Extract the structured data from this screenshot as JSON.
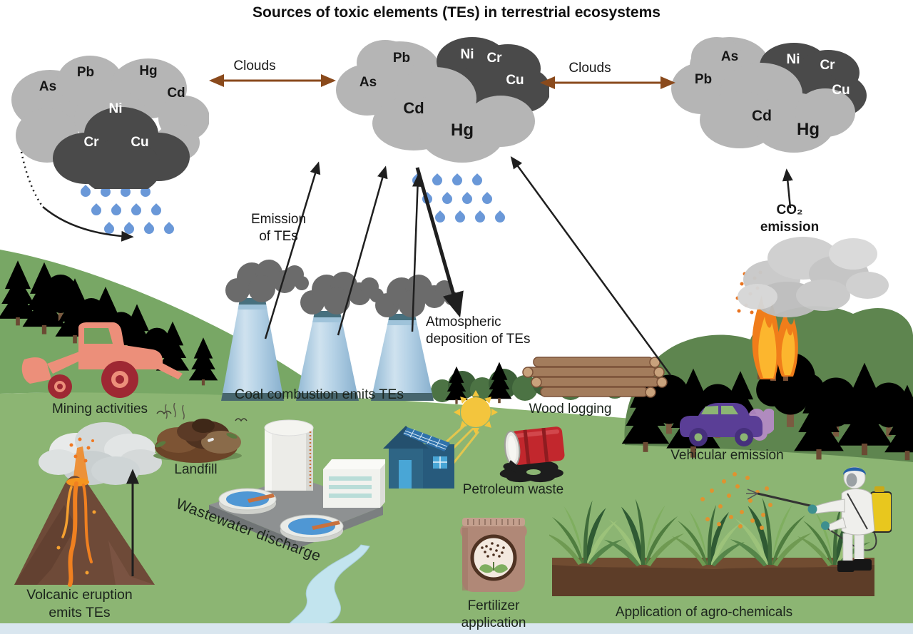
{
  "title": "Sources of toxic elements (TEs) in terrestrial ecosystems",
  "clouds": {
    "left": {
      "light": [
        "As",
        "Pb",
        "Hg",
        "Cd"
      ],
      "dark": [
        "Ni",
        "Cr",
        "Cu"
      ]
    },
    "middle": {
      "light": [
        "Pb",
        "As",
        "Cd",
        "Hg"
      ],
      "dark": [
        "Ni",
        "Cr",
        "Cu"
      ]
    },
    "right": {
      "light": [
        "As",
        "Pb",
        "Cd",
        "Hg"
      ],
      "dark": [
        "Ni",
        "Cr",
        "Cu"
      ]
    }
  },
  "labels": {
    "clouds_left": "Clouds",
    "clouds_right": "Clouds",
    "emission": "Emission\nof TEs",
    "atmospheric_deposition": "Atmospheric\ndeposition of TEs",
    "co2": "CO₂\nemission",
    "coal": "Coal combustion emits TEs",
    "mining": "Mining activities",
    "volcano": "Volcanic eruption\nemits TEs",
    "landfill": "Landfill",
    "wastewater": "Wastewater discharge",
    "petroleum": "Petroleum waste",
    "wood": "Wood logging",
    "vehicular": "Vehicular emission",
    "fertilizer": "Fertilizer\napplication",
    "agro": "Application of agro-chemicals"
  },
  "colors": {
    "cloud_light": "#b5b5b5",
    "cloud_dark": "#4a4a4a",
    "arrow_brown": "#8a4a1c",
    "rain_blue": "#6a98d8",
    "ground_green": "#8cb573",
    "hill_green": "#78a765",
    "forest_dark": "#2c5032",
    "tower_blue": "#b5d2e6",
    "tractor_salmon": "#ec8f7a",
    "wheel_red": "#9e2833",
    "volcano_brown": "#6e4a38",
    "lava_orange": "#f08020",
    "car_purple": "#5a3e96",
    "barrel_red": "#c2272d",
    "sun_yellow": "#f3c53d",
    "sprayer_yellow": "#e8c71e",
    "soil_brown": "#5d3d28",
    "house_blue": "#2e6585",
    "water_blue": "#4f97d4",
    "smoke_gray": "#6b6b6b"
  }
}
